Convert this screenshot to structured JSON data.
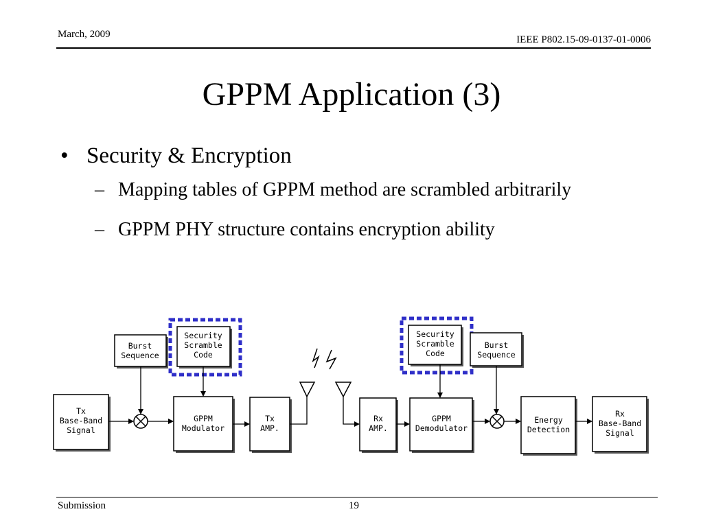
{
  "header": {
    "date": "March, 2009",
    "doc_id": "IEEE P802.15-09-0137-01-0006"
  },
  "title": "GPPM Application (3)",
  "bullets": [
    {
      "text": "Security & Encryption",
      "sub": [
        "Mapping tables of GPPM method are scrambled arbitrarily",
        "GPPM PHY structure contains encryption ability"
      ]
    }
  ],
  "diagram": {
    "tx": {
      "baseband": [
        "Tx",
        "Base-Band",
        "Signal"
      ],
      "burst": [
        "Burst",
        "Sequence"
      ],
      "scramble": [
        "Security",
        "Scramble",
        "Code"
      ],
      "modulator": [
        "GPPM",
        "Modulator"
      ],
      "amp": [
        "Tx",
        "AMP."
      ]
    },
    "rx": {
      "amp": [
        "Rx",
        "AMP."
      ],
      "scramble": [
        "Security",
        "Scramble",
        "Code"
      ],
      "demodulator": [
        "GPPM",
        "Demodulator"
      ],
      "burst": [
        "Burst",
        "Sequence"
      ],
      "energy": [
        "Energy",
        "Detection"
      ],
      "baseband": [
        "Rx",
        "Base-Band",
        "Signal"
      ]
    },
    "highlight_color": "#2f2fc8"
  },
  "footer": {
    "left": "Submission",
    "page": "19"
  }
}
